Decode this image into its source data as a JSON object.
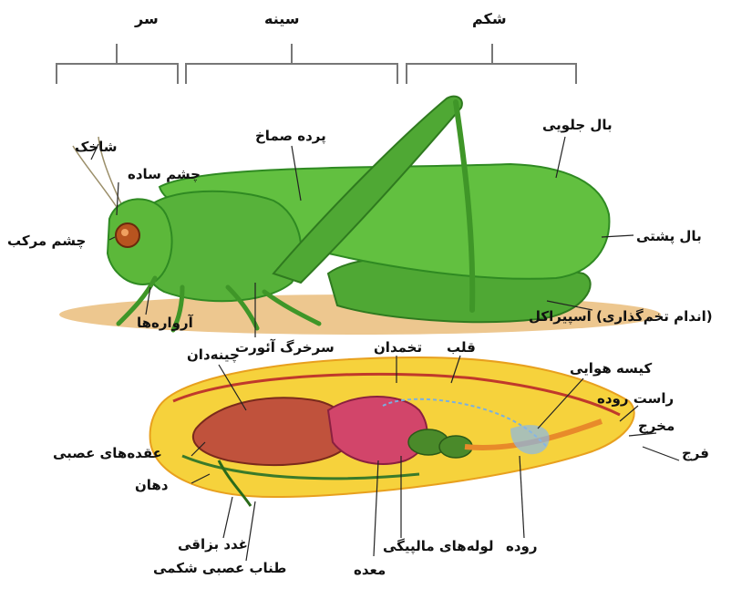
{
  "segments": {
    "head": "سر",
    "thorax": "سینه",
    "abdomen": "شکم"
  },
  "external_labels": {
    "antenna": "شاخک",
    "simple_eye": "چشم ساده",
    "compound_eye": "چشم مرکب",
    "tympanum": "پرده صماخ",
    "forewing": "بال جلویی",
    "hindwing": "بال پشتی",
    "ovipositor": "(اندام تخم‌گذاری) اسپیراکل",
    "mouthparts": "آرواره‌ها",
    "aorta": "سرخرگ آئورت"
  },
  "internal_labels": {
    "crop": "چینه‌دان",
    "ovary": "تخمدان",
    "heart": "قلب",
    "air_sac": "کیسه هوایی",
    "rectum": "راست روده",
    "anus": "مخرج",
    "vagina": "فرج",
    "ganglia": "عقده‌های عصبی",
    "mouth": "دهان",
    "salivary_gland": "غدد بزاقی",
    "nerve_cord": "طناب عصبی شکمی",
    "malpighian": "لوله‌های مالپیگی",
    "stomach": "معده",
    "intestine": "روده"
  },
  "colors": {
    "body_green": "#5cb83a",
    "dark_green": "#2f8a22",
    "ground": "#e7b46a",
    "internal_yellow": "#f6d23c",
    "crop_red": "#c0523c"
  }
}
